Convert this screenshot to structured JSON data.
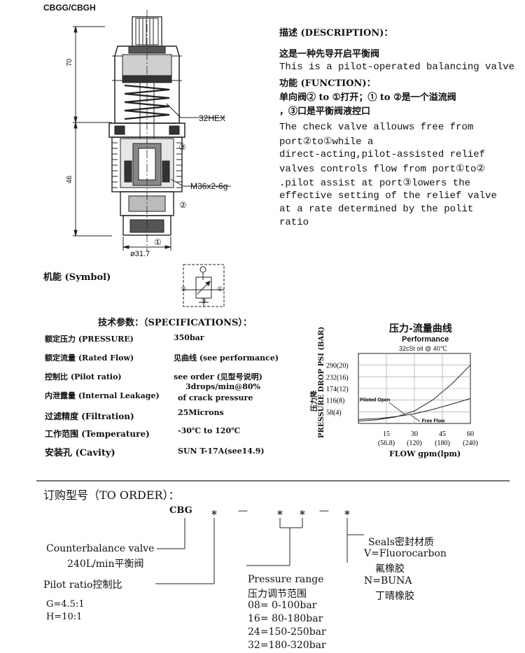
{
  "header": {
    "model": "CBGG/CBGH"
  },
  "drawing": {
    "dim_70": "70",
    "dim_46": "46",
    "hex_label": "32HEX",
    "thread_label": "M36x2-6g",
    "diameter_label": "ø31.7",
    "port1": "①",
    "port2": "②",
    "port3": "③"
  },
  "description": {
    "title": "描述 (DESCRIPTION)：",
    "cn_line": "这是一种先导开启平衡阀",
    "en_line": "This is a pilot-operated balancing valve",
    "function_title": "功能 (FUNCTION)：",
    "function_cn_1": "单向阀② to ①打开；① to ②是一个溢流阀",
    "function_cn_2": "，③口是平衡阀液控口",
    "function_en": [
      "The check valve allouws free from",
      "port②to①while a",
      "direct-acting,pilot-assisted relief",
      "valves controls flow from port①to②",
      ".pilot assist at port③lowers the",
      "effective setting of the relief valve",
      "at a rate determined by the polit",
      "ratio"
    ]
  },
  "symbol": {
    "label": "机能 (Symbol)",
    "port1": "①",
    "port2": "②",
    "port3": "③"
  },
  "specifications": {
    "title": "技术参数：（SPECIFICATIONS）：",
    "rows": [
      {
        "label": "额定压力 (PRESSURE)",
        "value": "350bar"
      },
      {
        "label": "额定流量 (Rated Flow)",
        "value": "见曲线 (see performance)"
      },
      {
        "label": "控制比 (Pilot ratio)",
        "value": "see order (见型号说明)"
      },
      {
        "label": "内泄露量 (Internal Leakage)",
        "value": "3drops/min@80%",
        "value2": "of crack pressure"
      },
      {
        "label": "过滤精度 (Filtration)",
        "value": "25Microns"
      },
      {
        "label": "工作范围 (Temperature)",
        "value": "-30℃ to 120℃"
      },
      {
        "label": "安装孔 (Cavity)",
        "value": "SUN T-17A(see14.9)"
      }
    ]
  },
  "chart_data": {
    "type": "line",
    "title": "压力-流量曲线",
    "subtitle": "Performance",
    "condition": "32cSt oil @ 40℃",
    "ylabel_cn": "压力降",
    "ylabel": "PRESSURE DROP PSI (BAR)",
    "xlabel": "FLOW gpm(lpm)",
    "y_ticks": [
      "290(20)",
      "232(16)",
      "174(12)",
      "116(8)",
      "58(4)"
    ],
    "x_ticks": [
      {
        "top": "15",
        "bottom": "(56.8)"
      },
      {
        "top": "30",
        "bottom": "(120)"
      },
      {
        "top": "45",
        "bottom": "(180)"
      },
      {
        "top": "60",
        "bottom": "(240)"
      }
    ],
    "xlim": [
      0,
      60
    ],
    "ylim": [
      0,
      348
    ],
    "grid": true,
    "series": [
      {
        "name": "Piloted Open",
        "x": [
          0,
          10,
          20,
          30,
          40,
          50,
          60
        ],
        "y": [
          12,
          18,
          32,
          62,
          118,
          196,
          290
        ]
      },
      {
        "name": "Free Flow",
        "x": [
          0,
          10,
          20,
          30,
          40,
          50,
          60
        ],
        "y": [
          20,
          24,
          34,
          48,
          70,
          96,
          124
        ]
      }
    ]
  },
  "order": {
    "title": "订购型号（TO ORDER）：",
    "code_prefix": "CBG",
    "star": "*",
    "dash": "—",
    "counterbalance_1": "Counterbalance valve",
    "counterbalance_2": "240L/min平衡阀",
    "pilot_ratio_label": "Pilot ratio控制比",
    "pilot_options": [
      "G=4.5:1",
      "H=10:1"
    ],
    "pressure_title_en": "Pressure range",
    "pressure_title_cn": "压力调节范围",
    "pressure_options": [
      "08= 0-100bar",
      "16= 80-180bar",
      "24=150-250bar",
      "32=180-320bar"
    ],
    "seals_title": "Seals密封材质",
    "seal_v": "V=Fluorocarbon",
    "seal_v_cn": "氟橡胶",
    "seal_n": "N=BUNA",
    "seal_n_cn": "丁晴橡胶"
  }
}
